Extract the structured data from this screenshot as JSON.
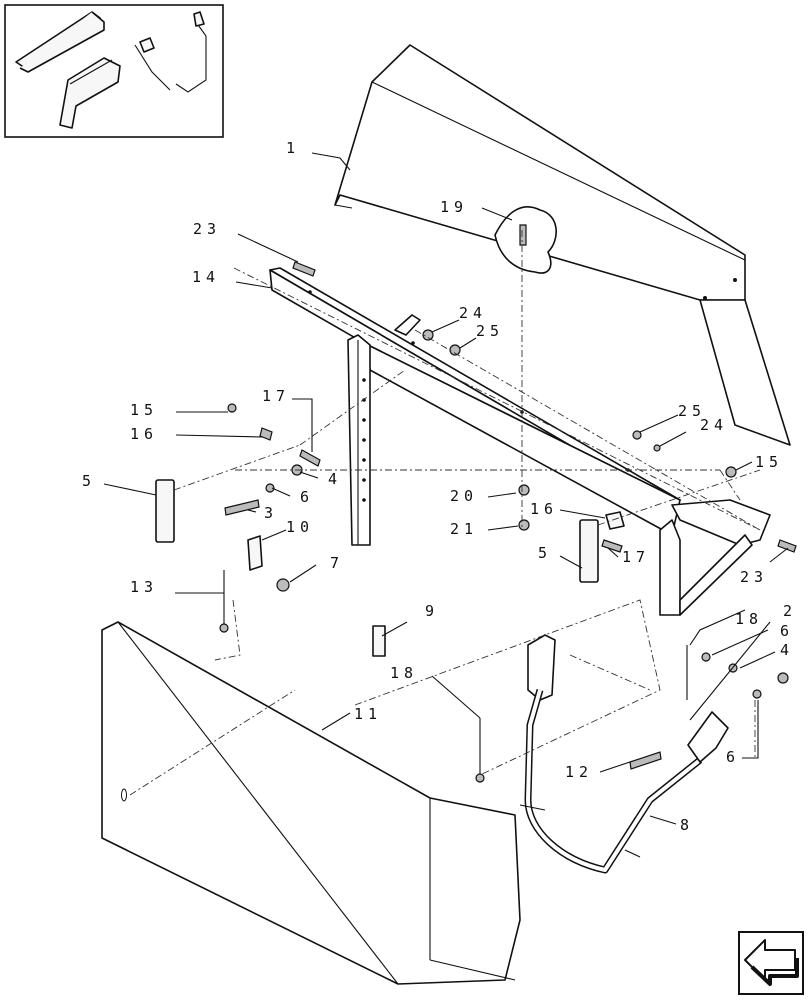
{
  "callouts": [
    {
      "id": "c1",
      "text": "1"
    },
    {
      "id": "c19",
      "text": "19"
    },
    {
      "id": "c23a",
      "text": "23"
    },
    {
      "id": "c14",
      "text": "14"
    },
    {
      "id": "c24a",
      "text": "24"
    },
    {
      "id": "c25a",
      "text": "25"
    },
    {
      "id": "c15a",
      "text": "15"
    },
    {
      "id": "c17a",
      "text": "17"
    },
    {
      "id": "c16a",
      "text": "16"
    },
    {
      "id": "c4a",
      "text": "4"
    },
    {
      "id": "c6a",
      "text": "6"
    },
    {
      "id": "c5a",
      "text": "5"
    },
    {
      "id": "c3",
      "text": "3"
    },
    {
      "id": "c10",
      "text": "10"
    },
    {
      "id": "c7",
      "text": "7"
    },
    {
      "id": "c13",
      "text": "13"
    },
    {
      "id": "c20",
      "text": "20"
    },
    {
      "id": "c21",
      "text": "21"
    },
    {
      "id": "c16b",
      "text": "16"
    },
    {
      "id": "c5b",
      "text": "5"
    },
    {
      "id": "c17b",
      "text": "17"
    },
    {
      "id": "c25b",
      "text": "25"
    },
    {
      "id": "c24b",
      "text": "24"
    },
    {
      "id": "c15b",
      "text": "15"
    },
    {
      "id": "c23b",
      "text": "23"
    },
    {
      "id": "c9",
      "text": "9"
    },
    {
      "id": "c18a",
      "text": "18"
    },
    {
      "id": "c2",
      "text": "2"
    },
    {
      "id": "c6b",
      "text": "6"
    },
    {
      "id": "c4b",
      "text": "4"
    },
    {
      "id": "c18b",
      "text": "18"
    },
    {
      "id": "c11",
      "text": "11"
    },
    {
      "id": "c6c",
      "text": "6"
    },
    {
      "id": "c12",
      "text": "12"
    },
    {
      "id": "c8",
      "text": "8"
    }
  ],
  "icons": {
    "thumbnail": "assembly-thumbnail-icon",
    "navigation": "previous-page-arrow-icon"
  },
  "colors": {
    "line": "#111111",
    "background": "#ffffff"
  }
}
